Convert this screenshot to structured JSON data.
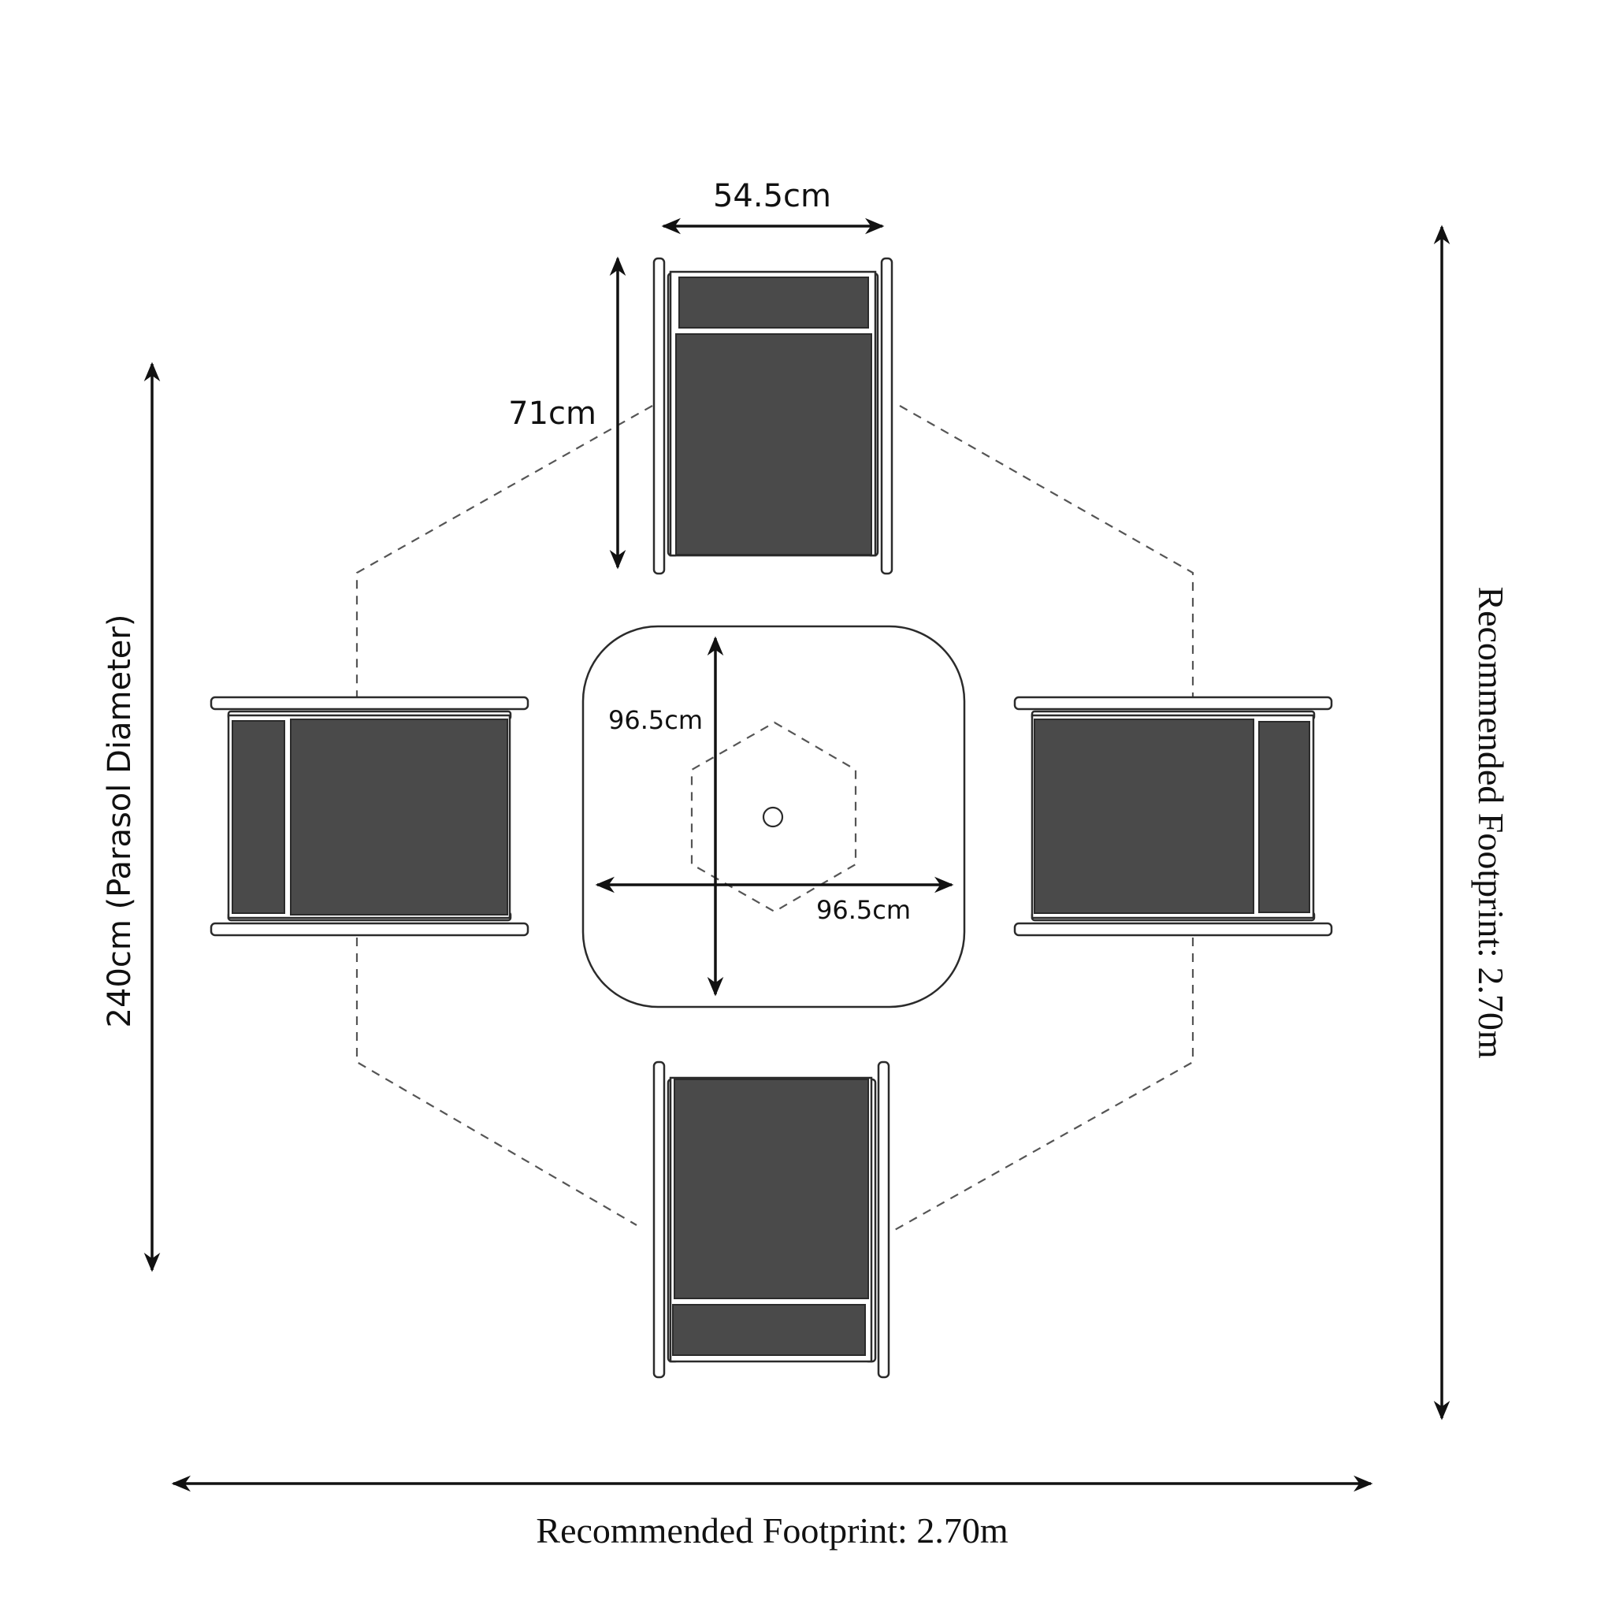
{
  "dimensions": {
    "chair_width": "54.5cm",
    "chair_depth": "71cm",
    "table_depth": "96.5cm",
    "table_width": "96.5cm",
    "parasol_diameter": "240cm (Parasol Diameter)",
    "footprint_vertical": "Recommended Footprint: 2.70m",
    "footprint_horizontal": "Recommended Footprint: 2.70m"
  }
}
